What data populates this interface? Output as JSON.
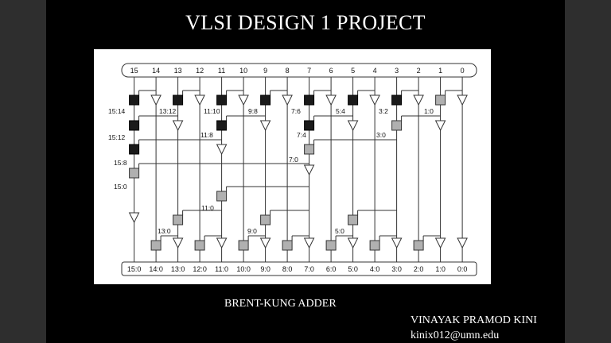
{
  "slide": {
    "title": "VLSI DESIGN 1 PROJECT",
    "caption": "BRENT-KUNG ADDER",
    "author": "VINAYAK PRAMOD KINI",
    "email": "kinix012@umn.edu"
  },
  "diagram": {
    "top_bits": [
      "15",
      "14",
      "13",
      "12",
      "11",
      "10",
      "9",
      "8",
      "7",
      "6",
      "5",
      "4",
      "3",
      "2",
      "1",
      "0"
    ],
    "bottom_bits": [
      "15:0",
      "14:0",
      "13:0",
      "12:0",
      "11:0",
      "10:0",
      "9:0",
      "8:0",
      "7:0",
      "6:0",
      "5:0",
      "4:0",
      "3:0",
      "2:0",
      "1:0",
      "0:0"
    ],
    "labels": [
      "15:14",
      "13:12",
      "11:10",
      "9:8",
      "7:6",
      "5:4",
      "3:2",
      "1:0",
      "15:12",
      "11:8",
      "7:4",
      "3:0",
      "15:8",
      "7:0",
      "15:0",
      "11:0",
      "13:0",
      "9:0",
      "5:0"
    ],
    "colors": {
      "black_cell": "#1a1a1a",
      "gray_cell": "#b0b0b0",
      "background": "#ffffff"
    }
  }
}
